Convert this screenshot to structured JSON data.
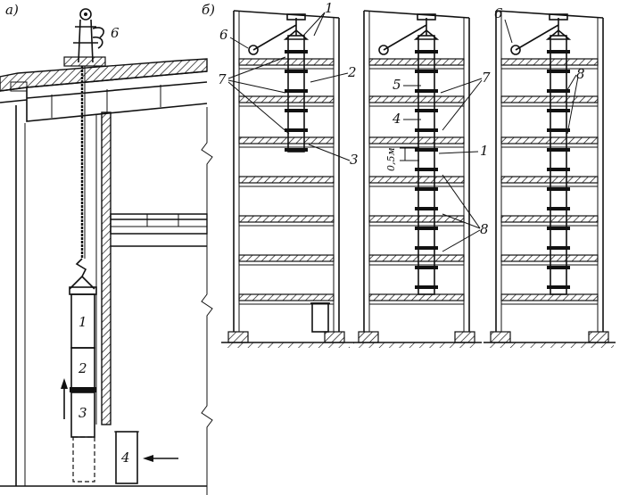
{
  "panels": {
    "a": {
      "letter": "а)"
    },
    "b": {
      "letter": "б)"
    }
  },
  "labels": {
    "n1": "1",
    "n2": "2",
    "n3": "3",
    "n4": "4",
    "n5": "5",
    "n6": "6",
    "n7": "7",
    "n8": "8",
    "height_annotation": "0,5м"
  }
}
